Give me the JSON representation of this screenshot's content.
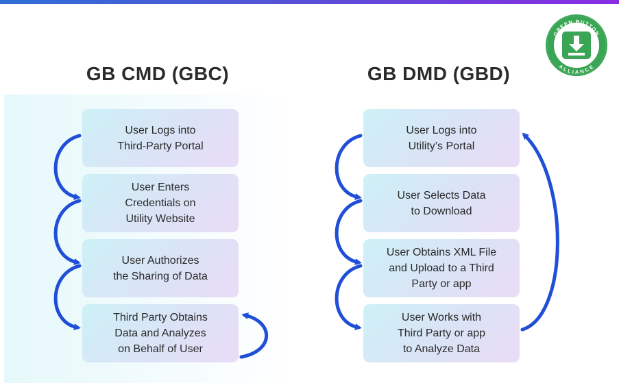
{
  "headings": {
    "left": "GB CMD (GBC)",
    "right": "GB DMD (GBD)"
  },
  "left_steps": [
    "User Logs into\nThird-Party Portal",
    "User Enters\nCredentials on\nUtility Website",
    "User Authorizes\nthe Sharing of Data",
    "Third Party Obtains\nData and Analyzes\non Behalf of User"
  ],
  "right_steps": [
    "User Logs into\nUtility’s Portal",
    "User Selects Data\nto Download",
    "User Obtains XML File\nand Upload to a Third\nParty or app",
    "User Works with\nThird Party or app\nto Analyze Data"
  ],
  "logo": {
    "text_top": "GREEN BUTTON",
    "text_bottom": "ALLIANCE",
    "icon": "download-icon",
    "color": "#3aa655"
  },
  "colors": {
    "arrow": "#1f4fd6",
    "title": "#2b2b2b"
  }
}
